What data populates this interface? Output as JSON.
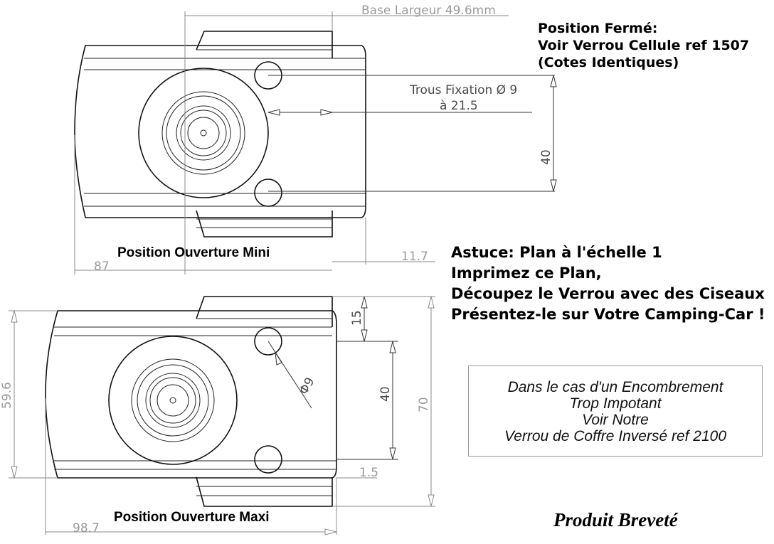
{
  "dimensions": {
    "base_width": "Base Largeur 49.6mm",
    "holes_line1": "Trous Fixation Ø 9",
    "holes_line2": "à 21.5",
    "top_40": "40",
    "d87": "87",
    "d11_7": "11.7",
    "d59_6": "59.6",
    "d15": "15",
    "bottom_40": "40",
    "d70": "70",
    "phi9": "Φ9",
    "d1_5": "1.5",
    "d98_7": "98.7"
  },
  "captions": {
    "mini": "Position Ouverture Mini",
    "maxi": "Position Ouverture Maxi"
  },
  "closed_note": {
    "line1": "Position Fermé:",
    "line2": "Voir Verrou Cellule ref 1507",
    "line3": "(Cotes Identiques)"
  },
  "tip_note": {
    "line1": "Astuce: Plan à l'échelle 1",
    "line2": "Imprimez ce Plan,",
    "line3": "Découpez le Verrou avec des Ciseaux",
    "line4": "Présentez-le sur Votre Camping-Car !"
  },
  "encombrement_note": {
    "line1": "Dans le cas d'un Encombrement",
    "line2": "Trop Impotant",
    "line3": "Voir Notre",
    "line4": "Verrou de Coffre Inversé ref 2100"
  },
  "patent": "Produit Breveté"
}
